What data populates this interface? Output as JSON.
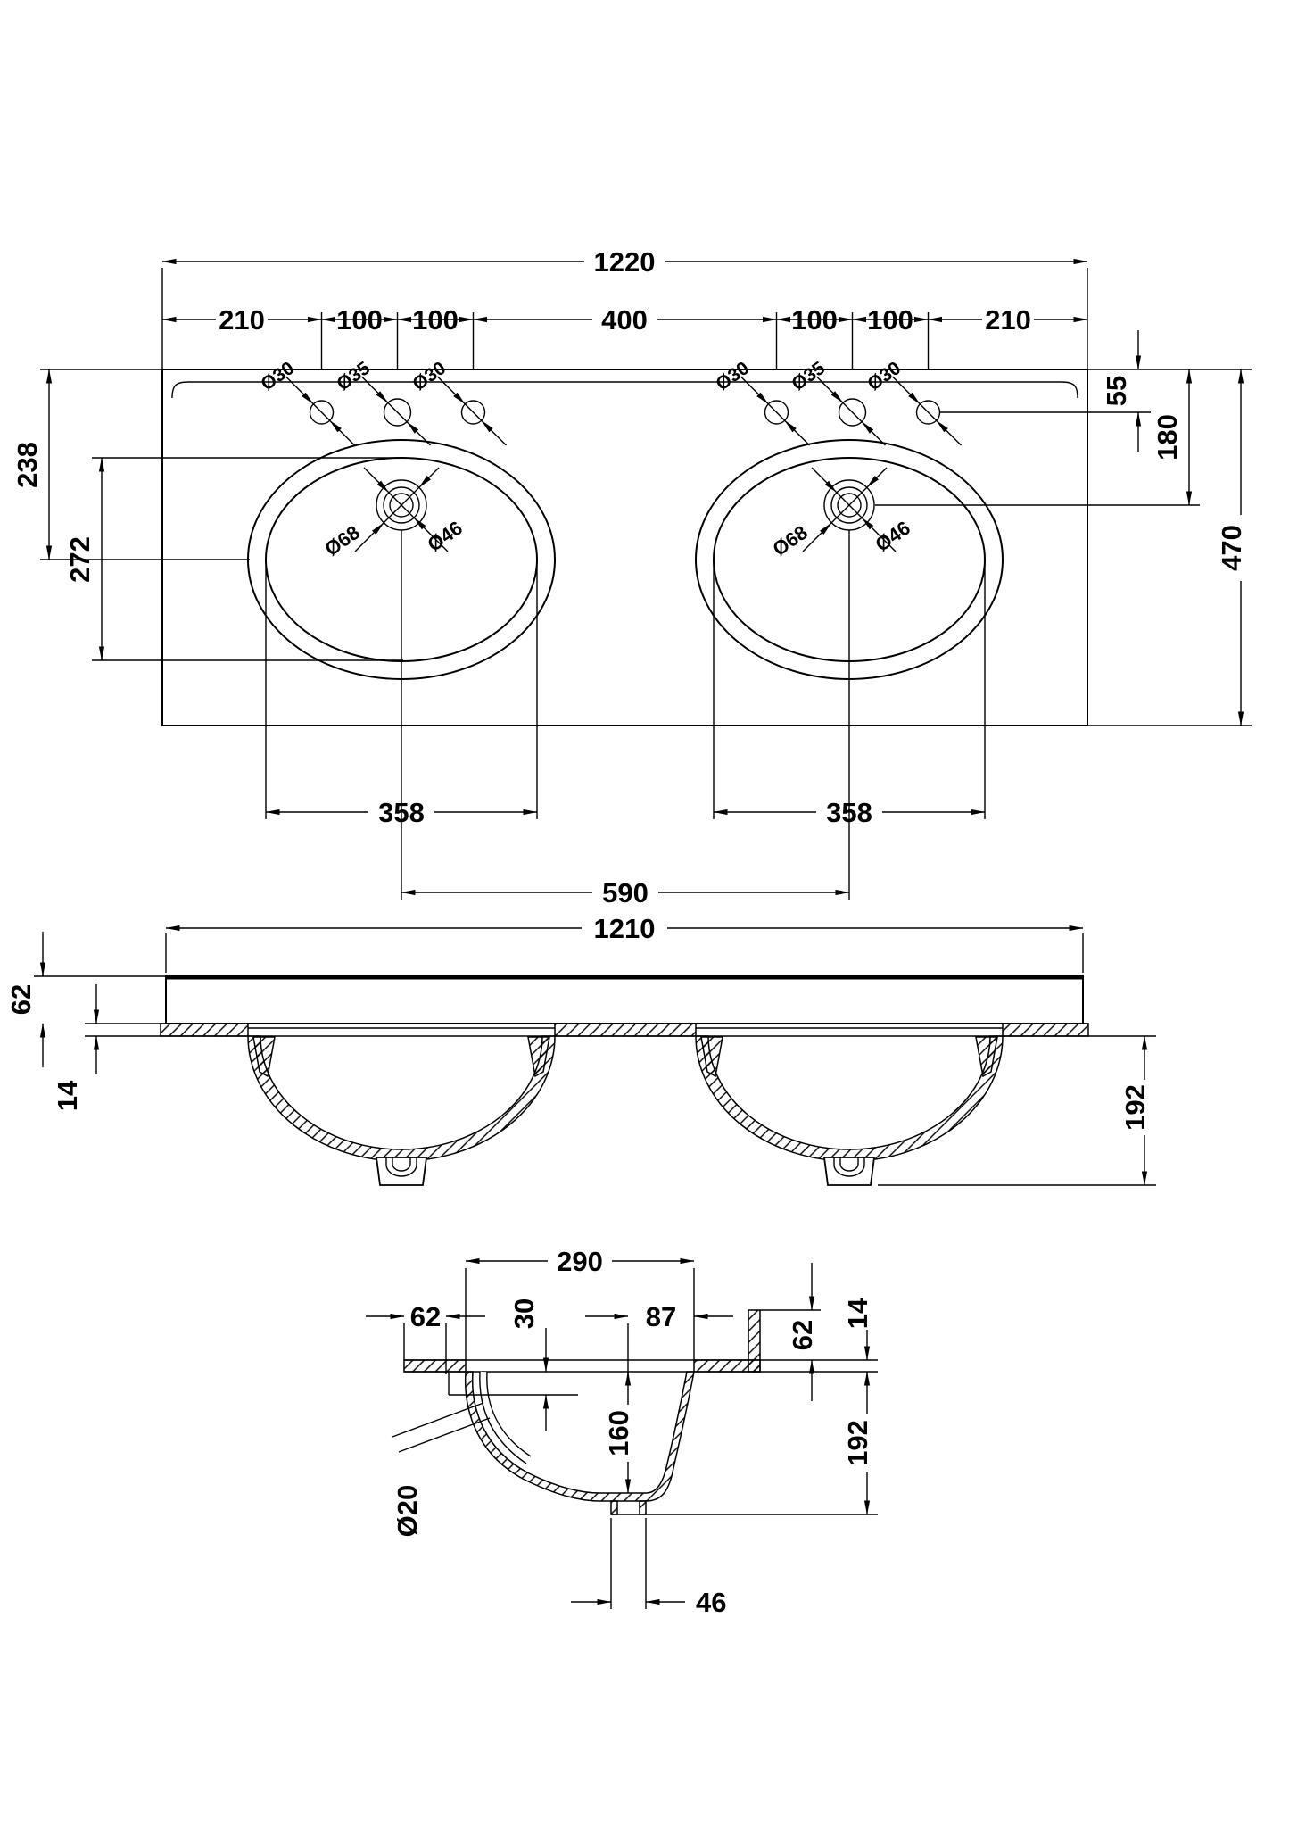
{
  "drawing": {
    "type": "technical-dimension-drawing",
    "subject": "double-bowl basin countertop, three orthographic views",
    "colors": {
      "line": "#000000",
      "background": "#ffffff"
    },
    "plan": {
      "overall_width": "1220",
      "chain": [
        "210",
        "100",
        "100",
        "400",
        "100",
        "100",
        "210"
      ],
      "hole_small": "Ø30",
      "hole_large": "Ø35",
      "drain_outer": "Ø68",
      "drain_inner": "Ø46",
      "back_to_bowl_center": "238",
      "bowl_length": "272",
      "hole_backset": "55",
      "drain_backset": "180",
      "overall_depth": "470",
      "bowl_width": "358",
      "drain_spacing": "590"
    },
    "front": {
      "width": "1210",
      "apron_height": "62",
      "deck_thickness": "14",
      "bowl_drop": "192"
    },
    "section": {
      "bowl_rim_width": "290",
      "overhang": "62",
      "rim_lip": "30",
      "drain_offset": "87",
      "overflow_dia": "Ø20",
      "bowl_depth": "160",
      "apron_height": "62",
      "deck_thickness": "14",
      "total_drop": "192",
      "waste_width": "46"
    }
  }
}
